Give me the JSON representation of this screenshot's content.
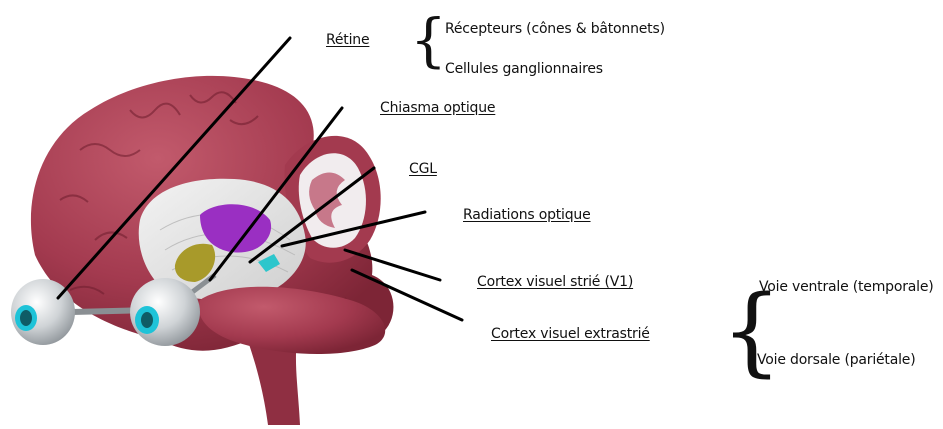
{
  "labels": {
    "retine": "Rétine",
    "chiasma": "Chiasma optique",
    "cgl": "CGL",
    "radiations": "Radiations optique",
    "v1": "Cortex visuel strié (V1)",
    "extrastrie": "Cortex visuel extrastrié"
  },
  "retine_sub": {
    "recepteurs": "Récepteurs (cônes & bâtonnets)",
    "ganglion": "Cellules ganglionnaires"
  },
  "voies": {
    "ventrale": "Voie ventrale (temporale)",
    "dorsale": "Voie dorsale (pariétale)"
  },
  "colors": {
    "brain": "#a33a4f",
    "brain_dark": "#7d2536",
    "white_matter": "#e6e6e6",
    "cgl": "#9a2fc2",
    "chiasma": "#a89a2a",
    "eye_iris": "#1ec3d8",
    "eye_ball": "#b9bec2",
    "leader_line": "#000000"
  }
}
